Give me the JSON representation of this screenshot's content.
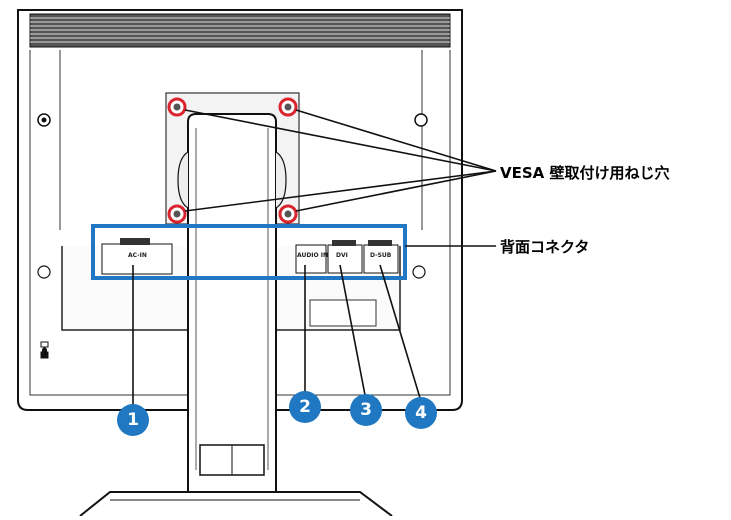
{
  "labels": {
    "vesa": "VESA 壁取付け用ねじ穴",
    "rear_connectors": "背面コネクタ"
  },
  "ports": {
    "ac_in": "AC-IN",
    "audio_in": "AUDIO IN",
    "dvi": "DVI",
    "d_sub": "D-SUB"
  },
  "badges": [
    "1",
    "2",
    "3",
    "4"
  ],
  "colors": {
    "highlight_box": "#1f78c1",
    "badge": "#1f78c1",
    "screw_ring": "#d9232e"
  }
}
